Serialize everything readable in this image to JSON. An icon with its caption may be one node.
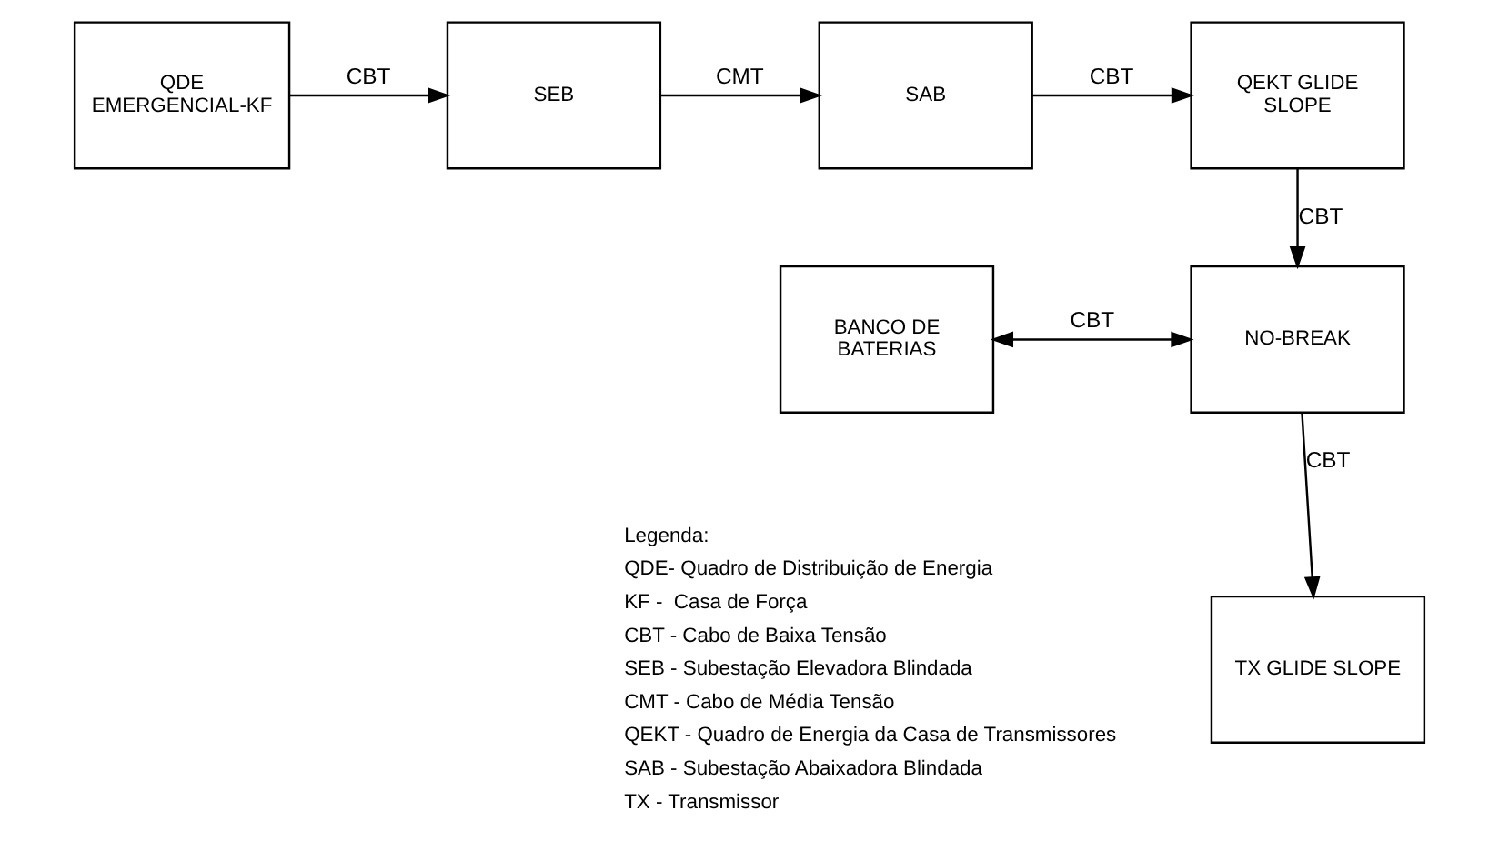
{
  "diagram": {
    "nodes": [
      {
        "text": [
          "QDE EMERGENCIAL-KF"
        ]
      },
      {
        "text": [
          "SEB"
        ]
      },
      {
        "text": [
          "SAB"
        ]
      },
      {
        "text": [
          "QEKT GLIDE SLOPE"
        ]
      },
      {
        "text": [
          "BANCO DE BATERIAS"
        ]
      },
      {
        "text": [
          "NO-BREAK"
        ]
      },
      {
        "text": [
          "TX GLIDE SLOPE"
        ]
      }
    ],
    "edges": [
      {
        "from": 0,
        "to": 1,
        "arrow": "to",
        "label": "CBT"
      },
      {
        "from": 1,
        "to": 2,
        "arrow": "to",
        "label": "CMT"
      },
      {
        "from": 2,
        "to": 3,
        "arrow": "to",
        "label": "CBT"
      },
      {
        "from": 3,
        "to": 5,
        "arrow": "to",
        "label": "CBT"
      },
      {
        "from": 4,
        "to": 5,
        "arrow": "both",
        "label": "CBT"
      },
      {
        "from": 5,
        "to": 6,
        "arrow": "to",
        "label": "CBT"
      }
    ],
    "labels": [
      "Legenda:",
      "QDE- Quadro de Distribuição de Energia",
      "KF -  Casa de Força",
      "CBT - Cabo de Baixa Tensão",
      "SEB - Subestação Elevadora Blindada",
      "CMT - Cabo de Média Tensão",
      "QEKT - Quadro de Energia da Casa de Transmissores",
      "SAB - Subestação Abaixadora Blindada",
      "TX - Transmissor"
    ]
  }
}
